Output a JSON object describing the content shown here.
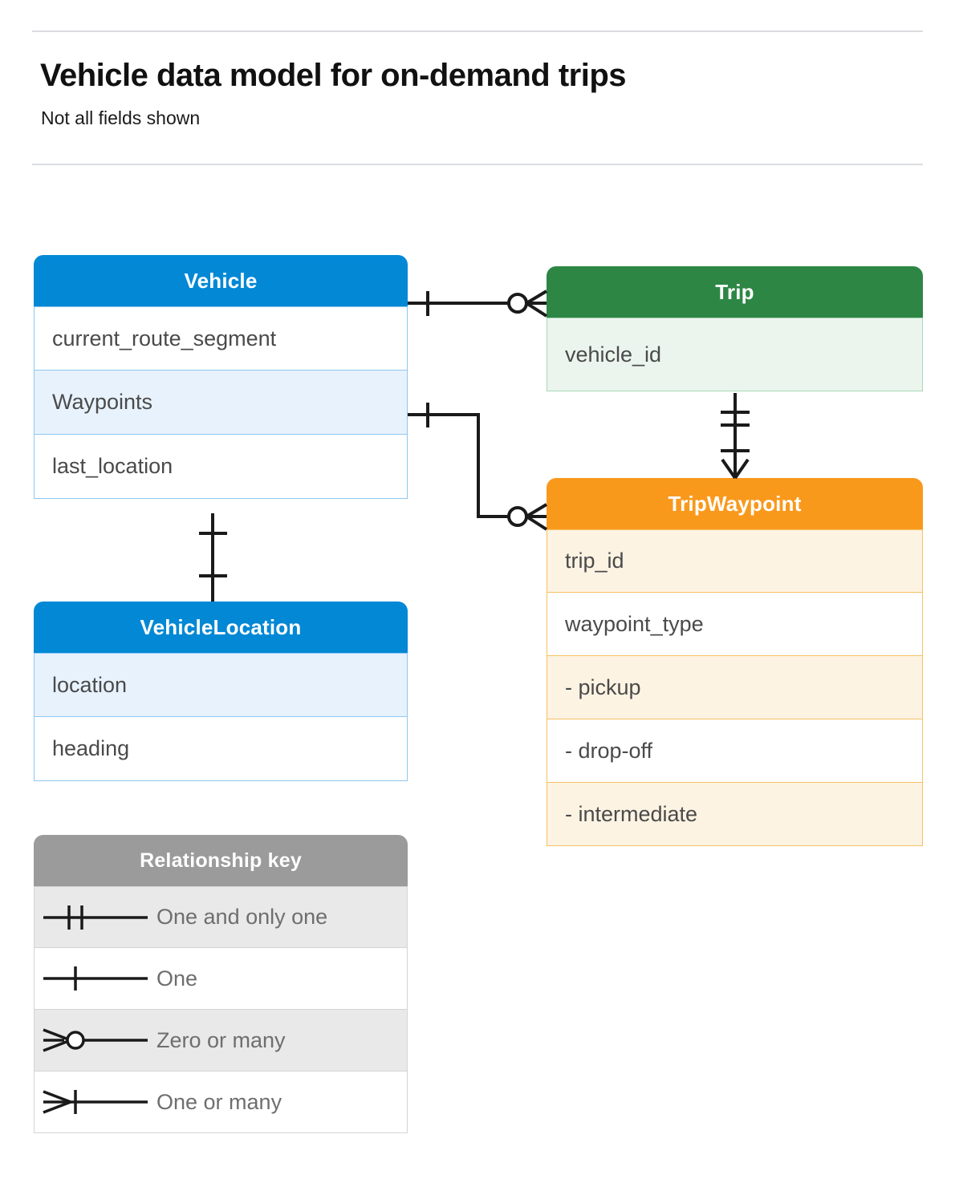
{
  "header": {
    "title": "Vehicle data model for on-demand trips",
    "subtitle": "Not all fields shown"
  },
  "entities": {
    "vehicle": {
      "name": "Vehicle",
      "color": "#0288d5",
      "fields": [
        "current_route_segment",
        "Waypoints",
        "last_location"
      ]
    },
    "vehicle_location": {
      "name": "VehicleLocation",
      "color": "#0288d5",
      "fields": [
        "location",
        "heading"
      ]
    },
    "trip": {
      "name": "Trip",
      "color": "#2e8645",
      "fields": [
        "vehicle_id"
      ]
    },
    "trip_waypoint": {
      "name": "TripWaypoint",
      "color": "#f9991c",
      "fields": [
        "trip_id",
        "waypoint_type",
        "-  pickup",
        "-  drop-off",
        "-  intermediate"
      ]
    }
  },
  "legend": {
    "title": "Relationship key",
    "color": "#9b9b9b",
    "rows": [
      {
        "symbol": "one-and-only-one",
        "label": "One and only one"
      },
      {
        "symbol": "one",
        "label": "One"
      },
      {
        "symbol": "zero-or-many",
        "label": "Zero or many"
      },
      {
        "symbol": "one-or-many",
        "label": "One or many"
      }
    ]
  },
  "relationships": [
    {
      "from": "Vehicle",
      "to": "Trip",
      "from_cardinality": "one",
      "to_cardinality": "zero-or-many"
    },
    {
      "from": "Vehicle.Waypoints",
      "to": "TripWaypoint",
      "from_cardinality": "one",
      "to_cardinality": "zero-or-many"
    },
    {
      "from": "Trip",
      "to": "TripWaypoint",
      "from_cardinality": "one-and-only-one",
      "to_cardinality": "one-or-many"
    },
    {
      "from": "Vehicle",
      "to": "VehicleLocation",
      "from_cardinality": "one",
      "to_cardinality": "one"
    }
  ]
}
